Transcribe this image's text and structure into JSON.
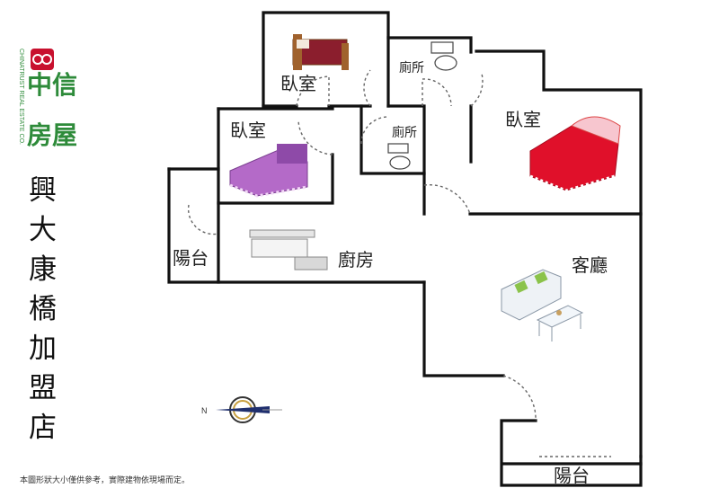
{
  "brand": {
    "name_cn": "中信房屋",
    "name_en": "CHINATRUST REAL ESTATE CO.",
    "logo_color": "#c8102e",
    "text_color": "#2e8b3a"
  },
  "title": {
    "chars": [
      "興",
      "大",
      "康",
      "橋",
      "加",
      "盟",
      "店"
    ]
  },
  "rooms": {
    "bedroom_top": "臥室",
    "bedroom_mid": "臥室",
    "bedroom_right": "臥室",
    "toilet_top": "廁所",
    "toilet_mid": "廁所",
    "balcony_left": "陽台",
    "kitchen": "廚房",
    "living_room": "客廳",
    "balcony_bottom": "陽台"
  },
  "compass": {
    "north_label": "N"
  },
  "disclaimer": "本圖形狀大小僅供參考，實際建物依現場而定。"
}
